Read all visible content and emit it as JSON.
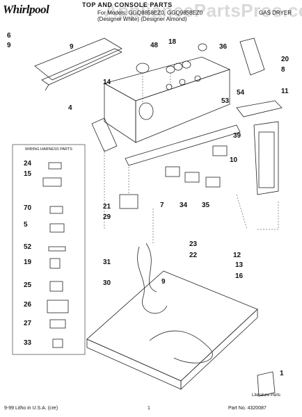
{
  "header": {
    "brand": "Whirlpool",
    "title": "TOP AND CONSOLE PARTS",
    "model_line1": "For Models: GGQ8858EZ0, GGQ9858EZ0",
    "model_line2": "(Designer White) (Designer Almond)",
    "product_type": "GAS DRYER",
    "watermark": "AppliancePartsPros.com"
  },
  "callouts": [
    "6",
    "9",
    "9",
    "48",
    "18",
    "36",
    "20",
    "8",
    "14",
    "54",
    "11",
    "4",
    "53",
    "39",
    "10",
    "7",
    "34",
    "35",
    "21",
    "29",
    "23",
    "22",
    "31",
    "9",
    "12",
    "13",
    "16",
    "30",
    "1",
    "24",
    "15",
    "70",
    "5",
    "52",
    "19",
    "25",
    "26",
    "27",
    "33"
  ],
  "harness_box": {
    "title": "WIRING HARNESS PARTS"
  },
  "literature_label": "Literature Parts",
  "footer": {
    "left": "9-99 Litho in U.S.A. (cre)",
    "page": "1",
    "part_no": "Part No. 4320087"
  }
}
